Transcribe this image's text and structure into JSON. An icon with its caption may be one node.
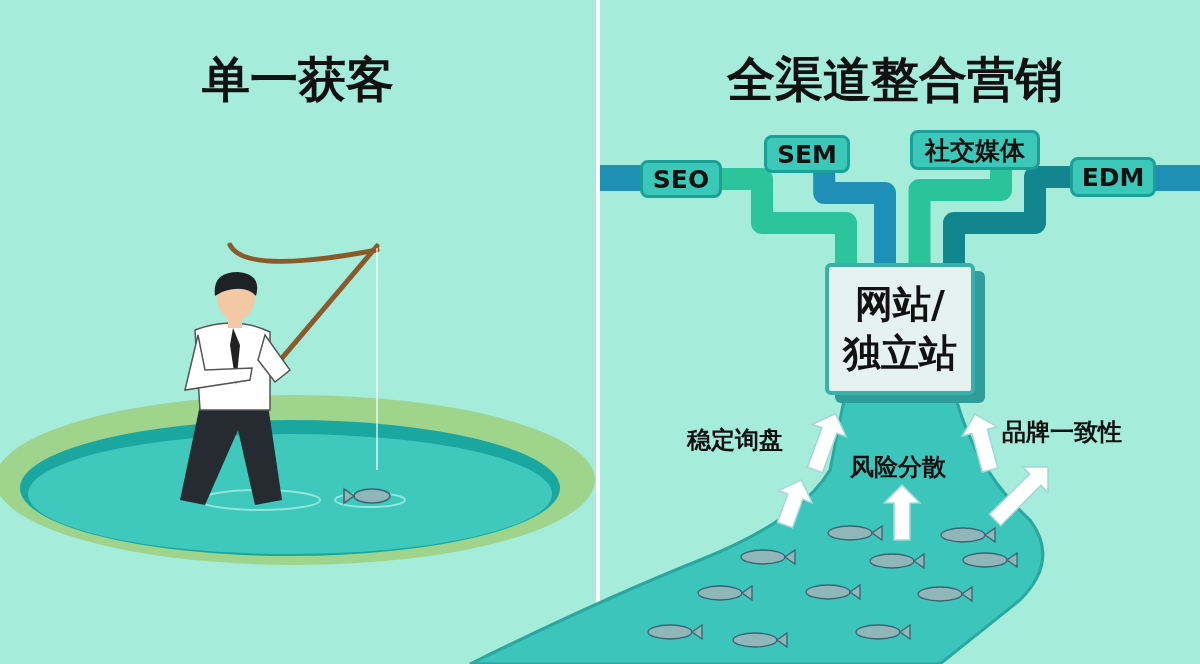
{
  "diagram": {
    "nodes": [
      {
        "text": [
          "SEO"
        ]
      },
      {
        "text": [
          "SEM"
        ]
      },
      {
        "text": [
          "社交媒体"
        ]
      },
      {
        "text": [
          "EDM"
        ]
      },
      {
        "text": [
          "网站/独立站"
        ]
      }
    ],
    "edges": [
      {
        "from": 0,
        "to": 4,
        "arrow": "none",
        "color": "#2cc49a"
      },
      {
        "from": 1,
        "to": 4,
        "arrow": "none",
        "color": "#1e90b8"
      },
      {
        "from": 2,
        "to": 4,
        "arrow": "none",
        "color": "#2bc49a"
      },
      {
        "from": 3,
        "to": 4,
        "arrow": "none",
        "color": "#12868f"
      }
    ],
    "labels": [
      "单一获客",
      "全渠道整合营销",
      "稳定询盘",
      "风险分散",
      "品牌一致性"
    ]
  }
}
